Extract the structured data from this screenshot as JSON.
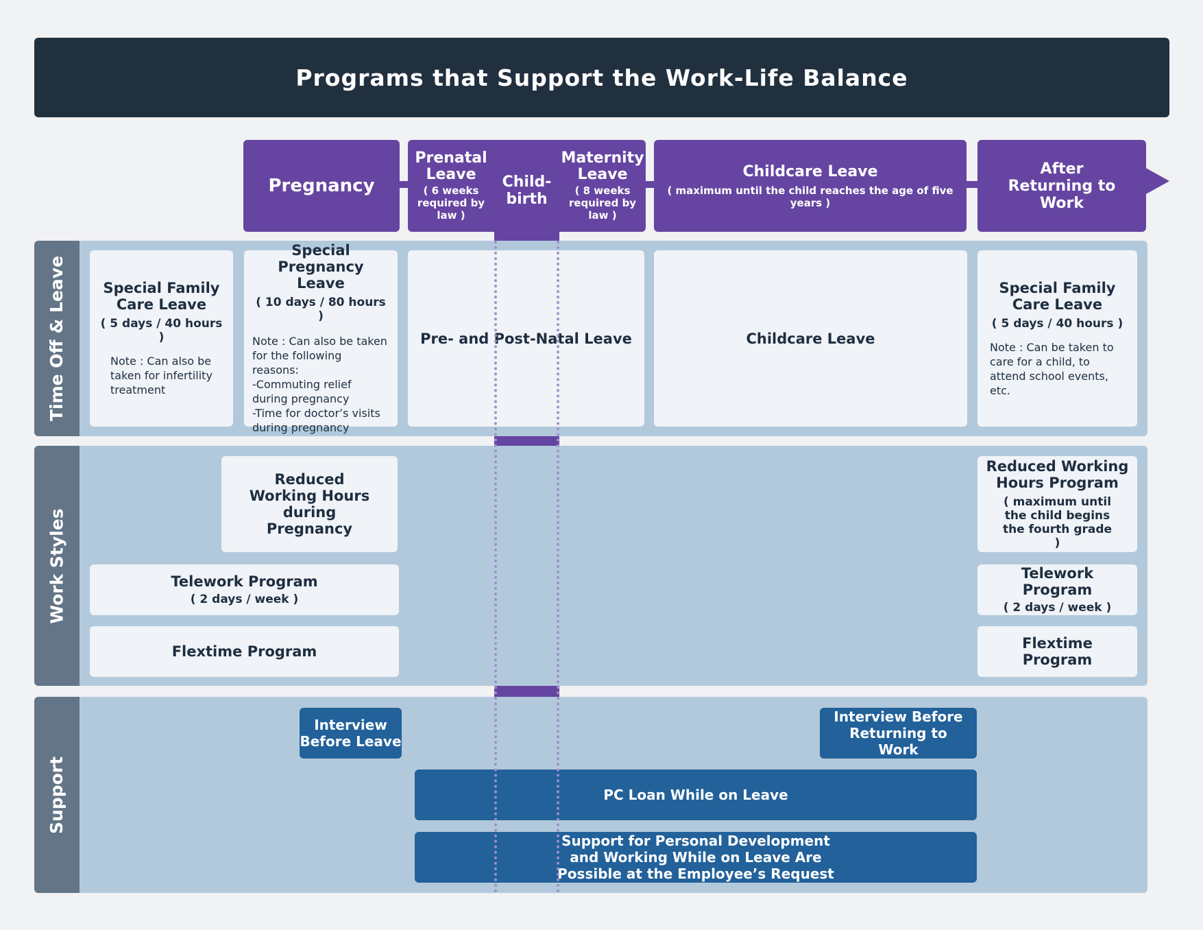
{
  "title": "Programs that Support the Work-Life Balance",
  "stages": {
    "pregnancy": "Pregnancy",
    "prenatal": {
      "label": "Prenatal Leave",
      "note": "( 6 weeks required by law )"
    },
    "childbirth": "Child-birth",
    "maternity": {
      "label": "Maternity Leave",
      "note": "( 8 weeks required by law )"
    },
    "childcare": {
      "label": "Childcare Leave",
      "note": "( maximum until the child reaches the age of five years )"
    },
    "after": "After Returning to Work"
  },
  "rows": {
    "time_off": "Time Off & Leave",
    "work_styles": "Work Styles",
    "support": "Support"
  },
  "time_off": {
    "family_care_1": {
      "title": "Special Family Care Leave",
      "hours": "( 5 days / 40 hours )",
      "note": "Note : Can also be taken for infertility treatment"
    },
    "special_pregnancy": {
      "title": "Special Pregnancy Leave",
      "hours": "( 10 days / 80 hours )",
      "note": "Note : Can also be taken for the following reasons:\n-Commuting relief during pregnancy\n-Time for doctor’s visits during pregnancy"
    },
    "pre_post_natal": "Pre- and Post-Natal Leave",
    "childcare": "Childcare Leave",
    "family_care_2": {
      "title": "Special Family Care Leave",
      "hours": "( 5 days / 40 hours )",
      "note": "Note : Can be taken to care for a child, to attend school events, etc."
    }
  },
  "work_styles": {
    "reduced_pregnancy": "Reduced Working Hours during Pregnancy",
    "telework_1": {
      "title": "Telework Program",
      "sub": "( 2 days / week )"
    },
    "flextime_1": "Flextime Program",
    "reduced_after": {
      "title": "Reduced Working Hours Program",
      "sub": "( maximum until the child begins the fourth grade )"
    },
    "telework_2": {
      "title": "Telework Program",
      "sub": "( 2 days / week )"
    },
    "flextime_2": "Flextime Program"
  },
  "support": {
    "interview_before_leave": "Interview Before Leave",
    "interview_before_return": "Interview Before Returning to Work",
    "pc_loan": "PC Loan While on Leave",
    "personal_dev": "Support for Personal Development and Working While on Leave Are Possible at the Employee’s Request"
  },
  "colors": {
    "title_bg": "#21303f",
    "stage_purple": "#6545a1",
    "row_bg": "#b2c9dc",
    "row_label": "#637587",
    "card_bg": "#f0f3f7",
    "support_blue": "#22619a",
    "page_bg": "#f1f2f4"
  }
}
